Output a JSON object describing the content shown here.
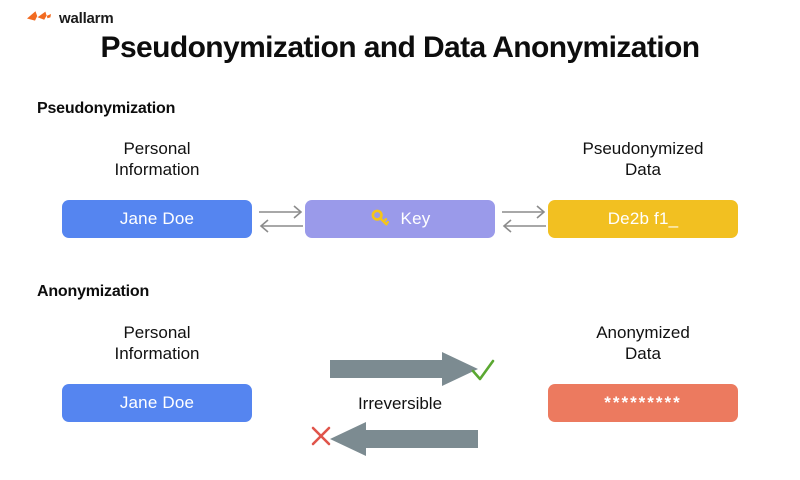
{
  "brand": {
    "name": "wallarm",
    "logo_icon": "wallarm-lightning-mark",
    "logo_color": "#F26B21"
  },
  "title": "Pseudonymization and Data Anonymization",
  "sections": [
    {
      "heading": "Pseudonymization",
      "left": {
        "caption_line1": "Personal",
        "caption_line2": "Information",
        "value": "Jane Doe",
        "color": "#5585F0"
      },
      "middle": {
        "icon": "key-icon",
        "label": "Key",
        "color": "#9A9AEA",
        "arrow_color": "#8C8C8C",
        "arrows": "bidirectional-thin"
      },
      "right": {
        "caption_line1": "Pseudonymized",
        "caption_line2": "Data",
        "value": "De2b f1_",
        "color": "#F2C021"
      }
    },
    {
      "heading": "Anonymization",
      "left": {
        "caption_line1": "Personal",
        "caption_line2": "Information",
        "value": "Jane Doe",
        "color": "#5585F0"
      },
      "middle": {
        "label": "Irreversible",
        "arrow_color": "#7C8B91",
        "forward_status_icon": "check-icon",
        "forward_status_color": "#5BA832",
        "backward_status_icon": "cross-icon",
        "backward_status_color": "#E0544B"
      },
      "right": {
        "caption_line1": "Anonymized",
        "caption_line2": "Data",
        "value": "*********",
        "color": "#EC7A5F"
      }
    }
  ]
}
